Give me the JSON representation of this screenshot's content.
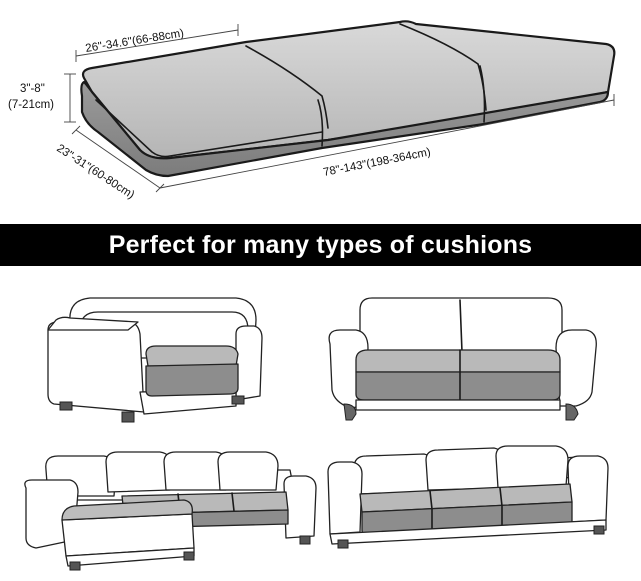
{
  "dimensions": {
    "length_label": "26\"-34.6\"(66-88cm)",
    "height_label_line1": "3\"-8\"",
    "height_label_line2": "(7-21cm)",
    "depth_label": "23\"-31\"(60-80cm)",
    "total_length_label": "78\"-143\"(198-364cm)"
  },
  "banner": {
    "text": "Perfect for many types of cushions",
    "background": "#000000",
    "color": "#ffffff"
  },
  "colors": {
    "cushion_face": "#8f8f8f",
    "cushion_top": "#c8c8c8",
    "seat_front": "#9a9a9a",
    "seat_top": "#bdbdbd"
  },
  "illustrations": [
    {
      "name": "armchair"
    },
    {
      "name": "loveseat"
    },
    {
      "name": "sectional-sofa"
    },
    {
      "name": "three-seat-sofa"
    }
  ]
}
